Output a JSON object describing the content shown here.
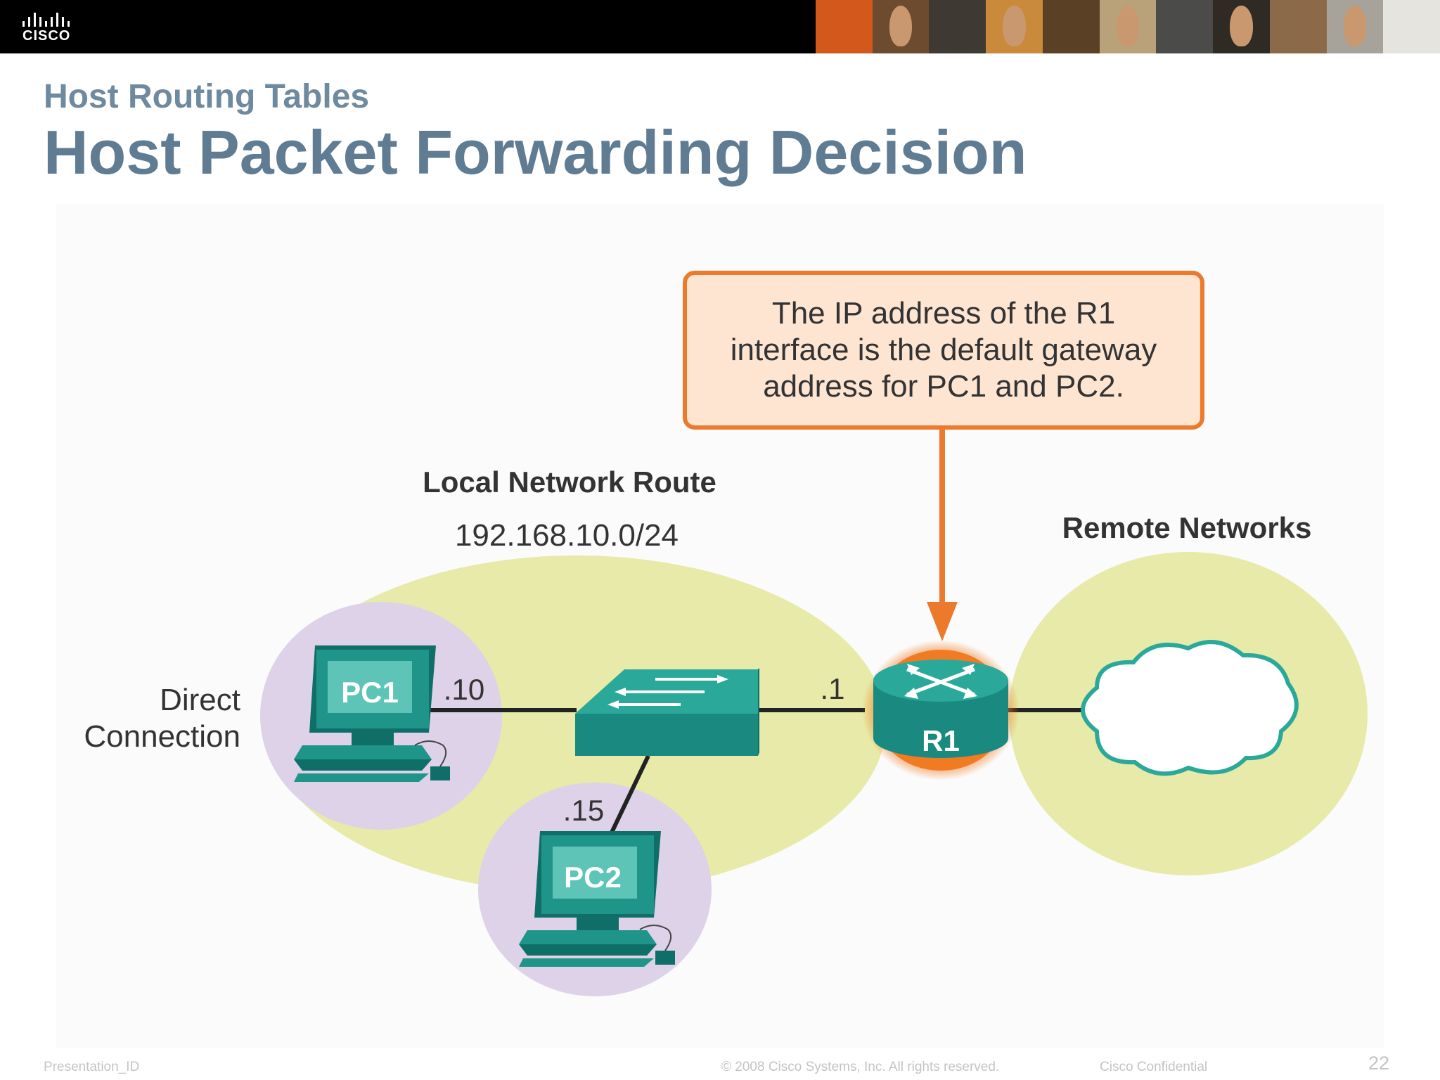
{
  "header": {
    "logo_text": "CISCO",
    "photo_colors": [
      "#d2581c",
      "#6d4b2e",
      "#3e3a33",
      "#c98a3c",
      "#5a4024",
      "#b9a27a",
      "#4b4c49",
      "#2f2a24",
      "#8b6a4a",
      "#a7a39a",
      "#e6e4df"
    ]
  },
  "slide": {
    "subtitle": "Host Routing Tables",
    "title": "Host Packet Forwarding Decision"
  },
  "diagram": {
    "callout_lines": [
      "The IP address of the R1",
      "interface is the default gateway",
      "address for PC1 and PC2."
    ],
    "local_network_label": "Local Network Route",
    "local_network_address": "192.168.10.0/24",
    "remote_networks_label": "Remote Networks",
    "direct_connection_lines": [
      "Direct",
      "Connection"
    ],
    "pc1_label": "PC1",
    "pc1_ip": ".10",
    "pc2_label": "PC2",
    "pc2_ip": ".15",
    "router_label": "R1",
    "router_ip": ".1",
    "colors": {
      "callout_border": "#ec7a2c",
      "callout_fill": "#fde5d2",
      "network_ellipse": "#e7eaa8",
      "host_circle": "#ddd2e8",
      "device_teal": "#1f9589",
      "device_dark": "#0f6f68",
      "router_glow": "#f07b22"
    }
  },
  "footer": {
    "presentation_id": "Presentation_ID",
    "copyright": "© 2008 Cisco Systems, Inc. All rights reserved.",
    "confidential": "Cisco Confidential",
    "page_number": "22"
  }
}
